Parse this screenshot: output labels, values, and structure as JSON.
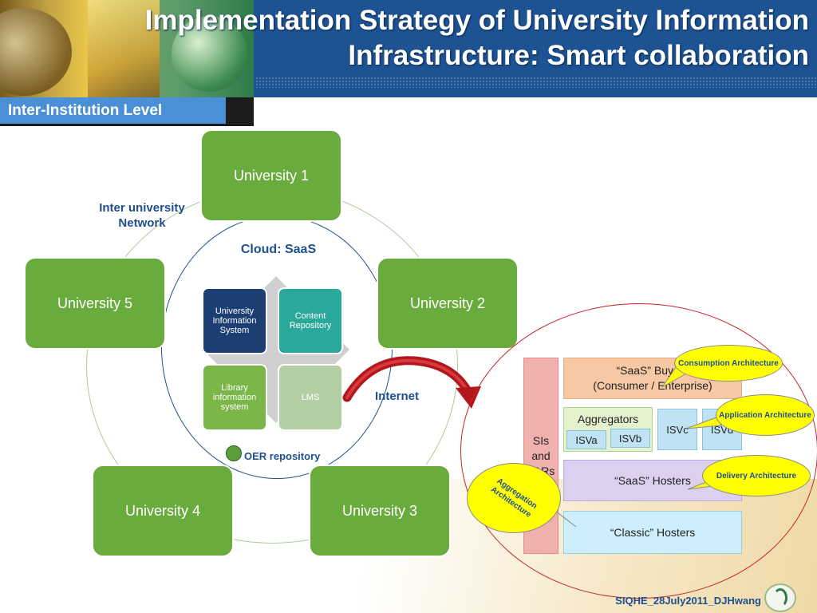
{
  "header": {
    "title_line1": "Implementation Strategy of University Information",
    "title_line2": "Infrastructure: Smart collaboration",
    "subtitle_tab": "Inter-Institution Level"
  },
  "diagram": {
    "universities": [
      "University 1",
      "University 2",
      "University 3",
      "University 4",
      "University 5"
    ],
    "network_label_line1": "Inter university",
    "network_label_line2": "Network",
    "cloud_label": "Cloud: SaaS",
    "cloud_modules": {
      "uis": "University Information System",
      "content": "Content Repository",
      "library": "Library information system",
      "lms": "LMS"
    },
    "oer_label": "OER repository",
    "internet_label": "Internet"
  },
  "architecture": {
    "sis": "SIs and VARs",
    "saas_buyers_line1": "“SaaS” Buyers",
    "saas_buyers_line2": "(Consumer / Enterprise)",
    "aggregators": "Aggregators",
    "isv_a": "ISVa",
    "isv_b": "ISVb",
    "isv_c": "ISVc",
    "isv_d": "ISVd",
    "saas_hosters": "“SaaS” Hosters",
    "classic_hosters": "“Classic” Hosters",
    "callouts": {
      "consumption": "Consumption Architecture",
      "application": "Application Architecture",
      "delivery": "Delivery Architecture",
      "aggregation": "Aggregation Architecture"
    }
  },
  "footer": {
    "credit": "SIQHE_28July2011_DJHwang"
  },
  "colors": {
    "header_blue": "#1d5293",
    "tab_blue": "#4a90d6",
    "university_green": "#6aab3d",
    "callout_yellow": "#ffff00",
    "arrow_red": "#b3161b",
    "uis_navy": "#1b3f73",
    "content_teal": "#2aa89a",
    "library_green": "#7ab648",
    "lms_sage": "#b5cfa5"
  }
}
